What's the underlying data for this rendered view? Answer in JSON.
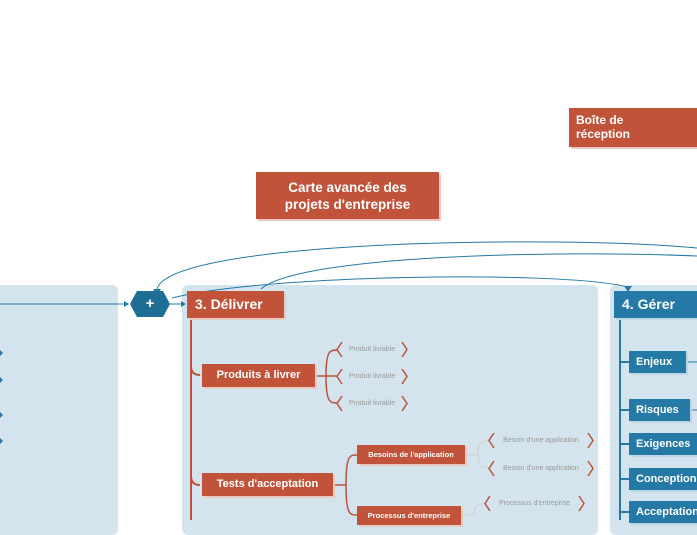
{
  "inbox_label": "Boîte de réception",
  "title": "Carte avancée des projets d'entreprise",
  "plus_label": "+",
  "deliver": {
    "title": "3. Délivrer",
    "deliverables": {
      "label": "Produits à livrer",
      "items": [
        "Produit livrable",
        "Produit livrable",
        "Produit livrable"
      ]
    },
    "acceptance": {
      "label": "Tests d'acceptation",
      "app_needs": {
        "label": "Besoins de l'application",
        "items": [
          "Besoin d'une application",
          "Besoin d'une application"
        ]
      },
      "processes": {
        "label": "Processus d'entreprise",
        "items": [
          "Processus d'entreprise"
        ]
      }
    }
  },
  "manage": {
    "title": "4. Gérer",
    "items": [
      "Enjeux",
      "Risques",
      "Exigences",
      "Conception",
      "Acceptation"
    ]
  },
  "colors": {
    "red": "#c0533a",
    "blue": "#2479a6",
    "panel": "#d3e4ee",
    "hex": "#1e6d95"
  }
}
